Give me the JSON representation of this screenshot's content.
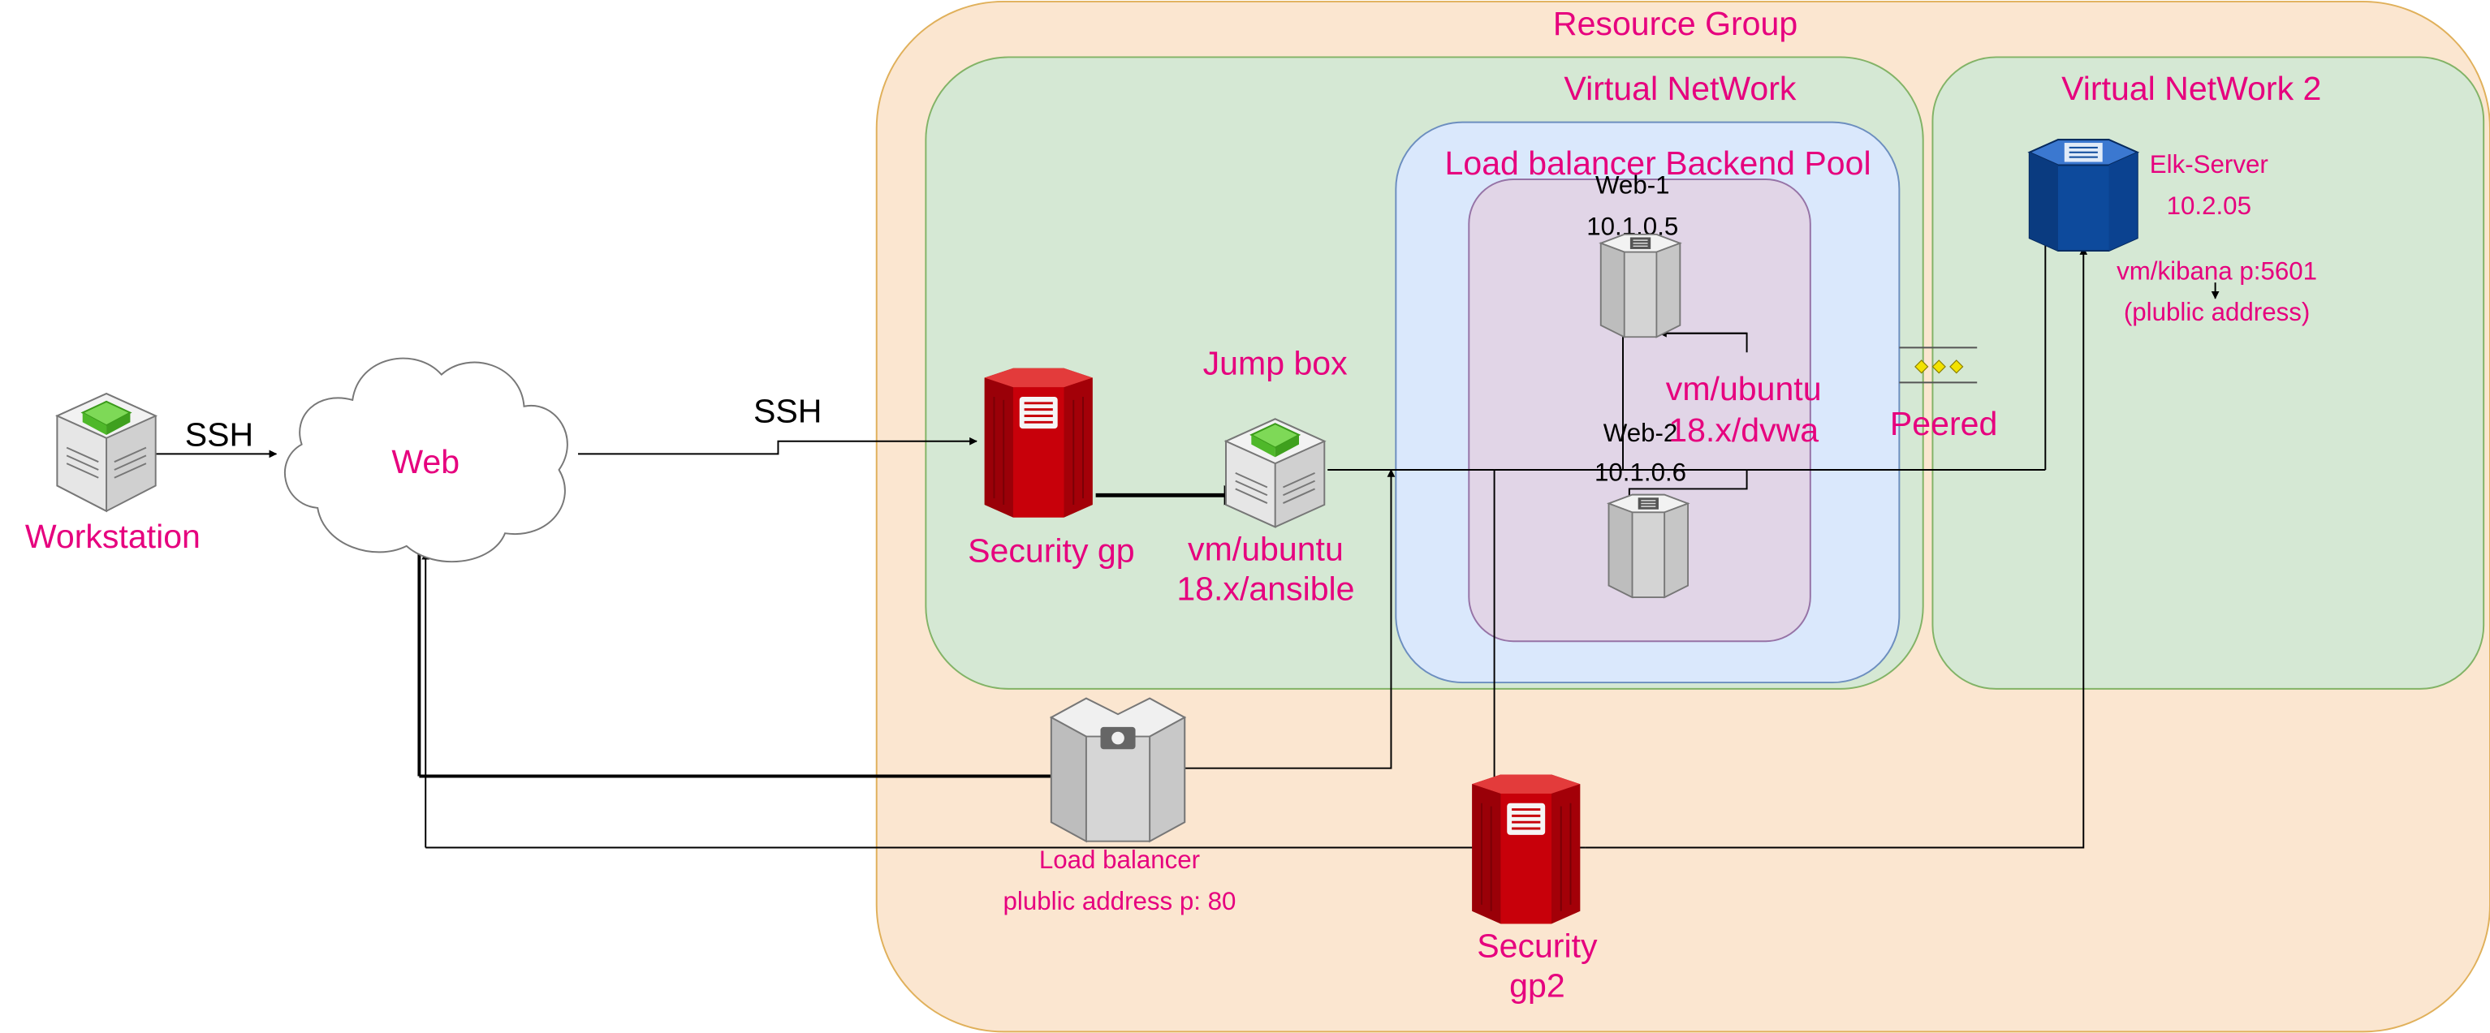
{
  "colors": {
    "pink": "#e6007e",
    "resource_group_fill": "#fbe6d0",
    "resource_group_stroke": "#e0b05a",
    "vnet_fill": "#d5e8d4",
    "vnet_stroke": "#82b366",
    "pool_fill": "#dae8fc",
    "pool_stroke": "#6c8ebf",
    "inner_pool_fill": "#e1d5e7",
    "inner_pool_stroke": "#9673a6",
    "firewall_red": "#c8000a",
    "server_blue": "#0d4a9c",
    "server_gray": "#d9d9d9",
    "line": "#000000"
  },
  "containers": {
    "resource_group": "Resource Group",
    "vnet1": "Virtual NetWork",
    "vnet2": "Virtual NetWork 2",
    "backend_pool": "Load balancer Backend Pool"
  },
  "nodes": {
    "workstation": {
      "label": "Workstation",
      "icon": "workstation-icon"
    },
    "web": {
      "label": "Web",
      "icon": "cloud-icon"
    },
    "security_gp": {
      "label": "Security gp",
      "icon": "firewall-icon"
    },
    "jump_box": {
      "title": "Jump box",
      "line1": "vm/ubuntu",
      "line2": "18.x/ansible",
      "icon": "server-icon"
    },
    "web1": {
      "name": "Web-1",
      "ip": "10.1.0.5",
      "icon": "server-icon"
    },
    "web2": {
      "name": "Web-2",
      "ip": "10.1.0.6",
      "icon": "server-icon"
    },
    "dvwa": {
      "line1": "vm/ubuntu",
      "line2": "18.x/dvwa"
    },
    "elk": {
      "name": "Elk-Server",
      "ip": "10.2.05",
      "line1": "vm/kibana p:5601",
      "line2": "(plublic address)",
      "icon": "server-icon"
    },
    "peered": {
      "label": "Peered",
      "icon": "peering-icon"
    },
    "load_balancer": {
      "line1": "Load balancer",
      "line2": "plublic address p: 80",
      "icon": "load-balancer-icon"
    },
    "security_gp2": {
      "line1": "Security",
      "line2": "gp2",
      "icon": "firewall-icon"
    }
  },
  "edges": {
    "ssh1": "SSH",
    "ssh2": "SSH"
  }
}
